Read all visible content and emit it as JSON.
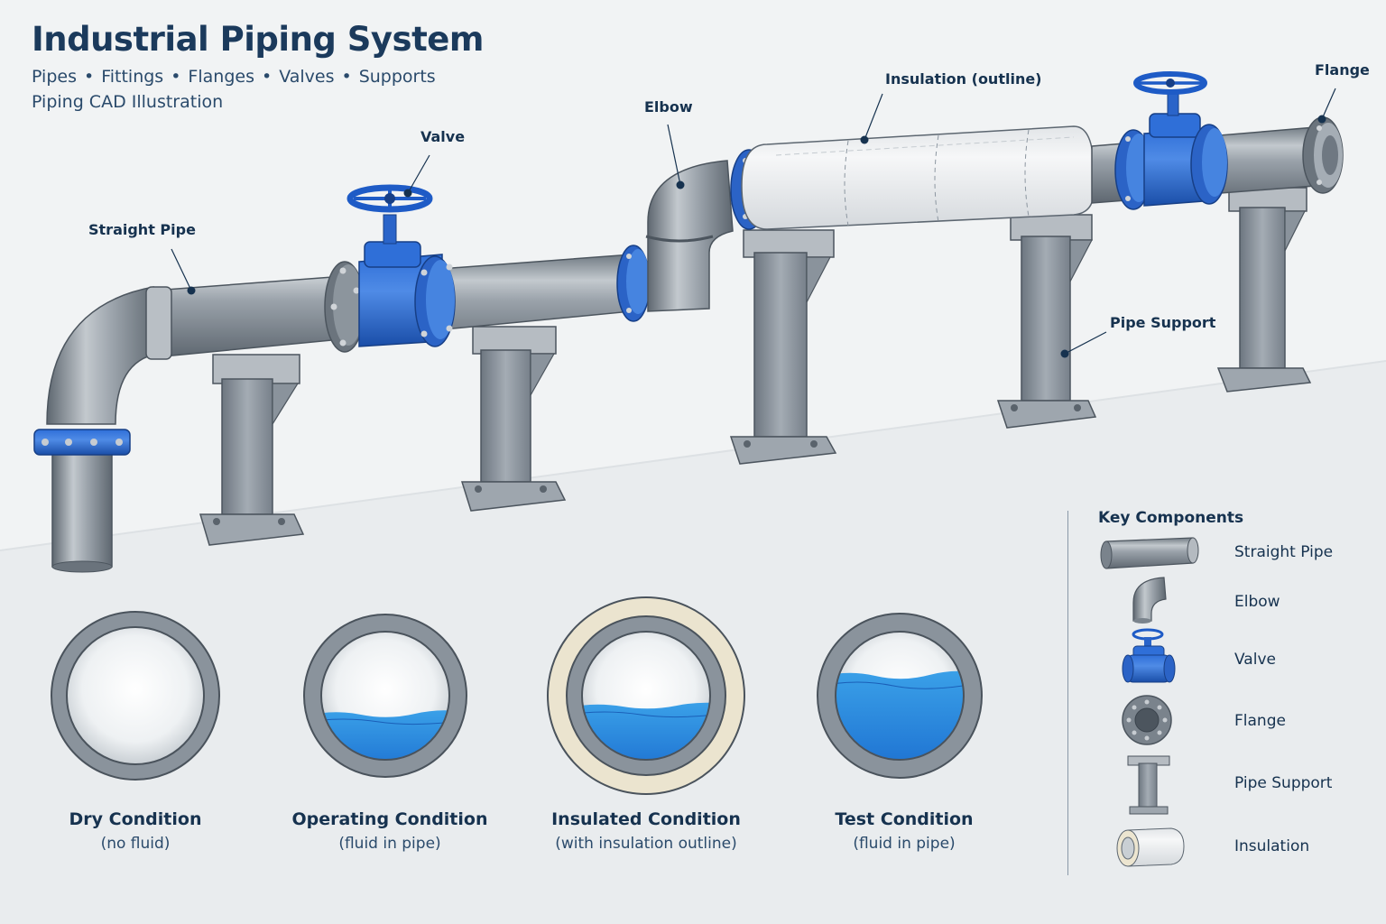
{
  "header": {
    "title": "Industrial Piping System",
    "subtitle_items": [
      "Pipes",
      "Fittings",
      "Flanges",
      "Valves",
      "Supports"
    ],
    "separator": "•",
    "caption": "Piping CAD Illustration"
  },
  "callouts": {
    "straight_pipe": "Straight Pipe",
    "valve": "Valve",
    "elbow": "Elbow",
    "insulation": "Insulation (outline)",
    "flange": "Flange",
    "pipe_support": "Pipe Support"
  },
  "conditions": [
    {
      "name": "Dry Condition",
      "desc": "(no fluid)"
    },
    {
      "name": "Operating Condition",
      "desc": "(fluid in pipe)"
    },
    {
      "name": "Insulated Condition",
      "desc": "(with insulation outline)"
    },
    {
      "name": "Test Condition",
      "desc": "(fluid in pipe)"
    }
  ],
  "legend": {
    "title": "Key Components",
    "items": [
      {
        "label": "Straight Pipe",
        "icon": "straight-pipe-icon"
      },
      {
        "label": "Elbow",
        "icon": "elbow-icon"
      },
      {
        "label": "Valve",
        "icon": "valve-icon"
      },
      {
        "label": "Flange",
        "icon": "flange-icon"
      },
      {
        "label": "Pipe Support",
        "icon": "pipe-support-icon"
      },
      {
        "label": "Insulation",
        "icon": "insulation-icon"
      }
    ]
  },
  "colors": {
    "steel": "#8a939c",
    "valve_blue": "#1e5bc6",
    "fluid_blue": "#1f86d6",
    "insulation": "#ebe4cf",
    "label_navy": "#16324f"
  }
}
